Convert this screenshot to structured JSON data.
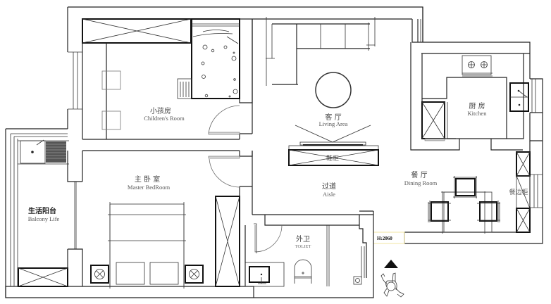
{
  "plan": {
    "rooms": {
      "children": {
        "cn": "小孩房",
        "en": "Children's Room"
      },
      "living": {
        "cn": "客 厅",
        "en": "Living Area"
      },
      "kitchen": {
        "cn": "厨 房",
        "en": "Kitchen"
      },
      "balcony": {
        "cn": "生活阳台",
        "en": "Balcony Life"
      },
      "master": {
        "cn": "主 卧 室",
        "en": "Master BedRoom"
      },
      "aisle": {
        "cn": "过道",
        "en": "Aisle"
      },
      "dining": {
        "cn": "餐 厅",
        "en": "Dining Room"
      },
      "toilet": {
        "cn": "外卫",
        "en": "TOLIET"
      }
    },
    "furniture": {
      "shoe_cabinet": "鞋柜",
      "sideboard": "餐边柜"
    },
    "dimension": {
      "door_height": "H:2060"
    },
    "colors": {
      "wall": "#222222",
      "dimension_highlight": "#f2e8a0",
      "background": "#ffffff"
    }
  }
}
